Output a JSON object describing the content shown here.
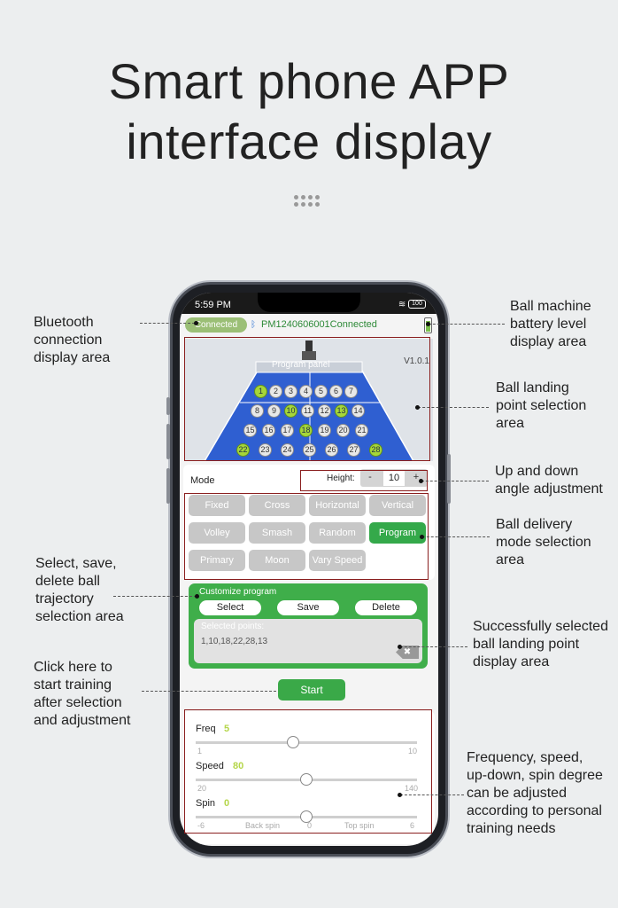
{
  "headline": {
    "line1": "Smart phone APP",
    "line2": "interface display"
  },
  "status_bar": {
    "time": "5:59 PM",
    "icons": "Ⅱ ₙ ◉",
    "battery": "100"
  },
  "connection": {
    "pill": "Connected",
    "device": "PM1240606001Connected"
  },
  "court": {
    "version": "V1.0.1",
    "panel_label": "Program panel",
    "balls": [
      "1",
      "2",
      "3",
      "4",
      "5",
      "6",
      "7",
      "8",
      "9",
      "10",
      "11",
      "12",
      "13",
      "14",
      "15",
      "16",
      "17",
      "18",
      "19",
      "20",
      "21",
      "22",
      "23",
      "24",
      "25",
      "26",
      "27",
      "28"
    ],
    "selected": [
      "1",
      "10",
      "13",
      "18",
      "22",
      "28"
    ]
  },
  "mode": {
    "label": "Mode",
    "height_label": "Height:",
    "height_minus": "-",
    "height_value": "10",
    "height_plus": "+",
    "buttons": [
      "Fixed",
      "Cross",
      "Horizontal",
      "Vertical",
      "Volley",
      "Smash",
      "Random",
      "Program",
      "Primary",
      "Moon",
      "Vary Speed"
    ],
    "active": "Program"
  },
  "program": {
    "title": "Customize program",
    "select": "Select",
    "save": "Save",
    "delete": "Delete",
    "selected_label": "Selected points:",
    "selected_value": "1,10,18,22,28,13",
    "backspace_icon": "✖"
  },
  "start": "Start",
  "sliders": {
    "freq": {
      "label": "Freq",
      "value": "5",
      "min": "1",
      "max": "10",
      "level": 0.44
    },
    "speed": {
      "label": "Speed",
      "value": "80",
      "min": "20",
      "max": "140",
      "level": 0.5
    },
    "spin": {
      "label": "Spin",
      "value": "0",
      "min": "-6",
      "mid": "0",
      "max": "6",
      "back": "Back spin",
      "top": "Top spin",
      "level": 0.5
    }
  },
  "annotations": {
    "bluetooth": [
      "Bluetooth",
      "connection",
      "display area"
    ],
    "battery": [
      "Ball machine",
      "battery level",
      "display area"
    ],
    "landing": [
      "Ball landing",
      "point selection",
      "area"
    ],
    "angle": [
      "Up and down",
      "angle adjustment"
    ],
    "delivery": [
      "Ball delivery",
      "mode selection",
      "area"
    ],
    "trajectory": [
      "Select, save,",
      "delete ball",
      "trajectory",
      "selection area"
    ],
    "success": [
      "Successfully selected",
      "ball landing point",
      "display area"
    ],
    "start": [
      "Click here to",
      "start training",
      "after selection",
      "and adjustment"
    ],
    "params": [
      "Frequency, speed,",
      "up-down, spin degree",
      "can be adjusted",
      "according to personal",
      "training needs"
    ]
  }
}
